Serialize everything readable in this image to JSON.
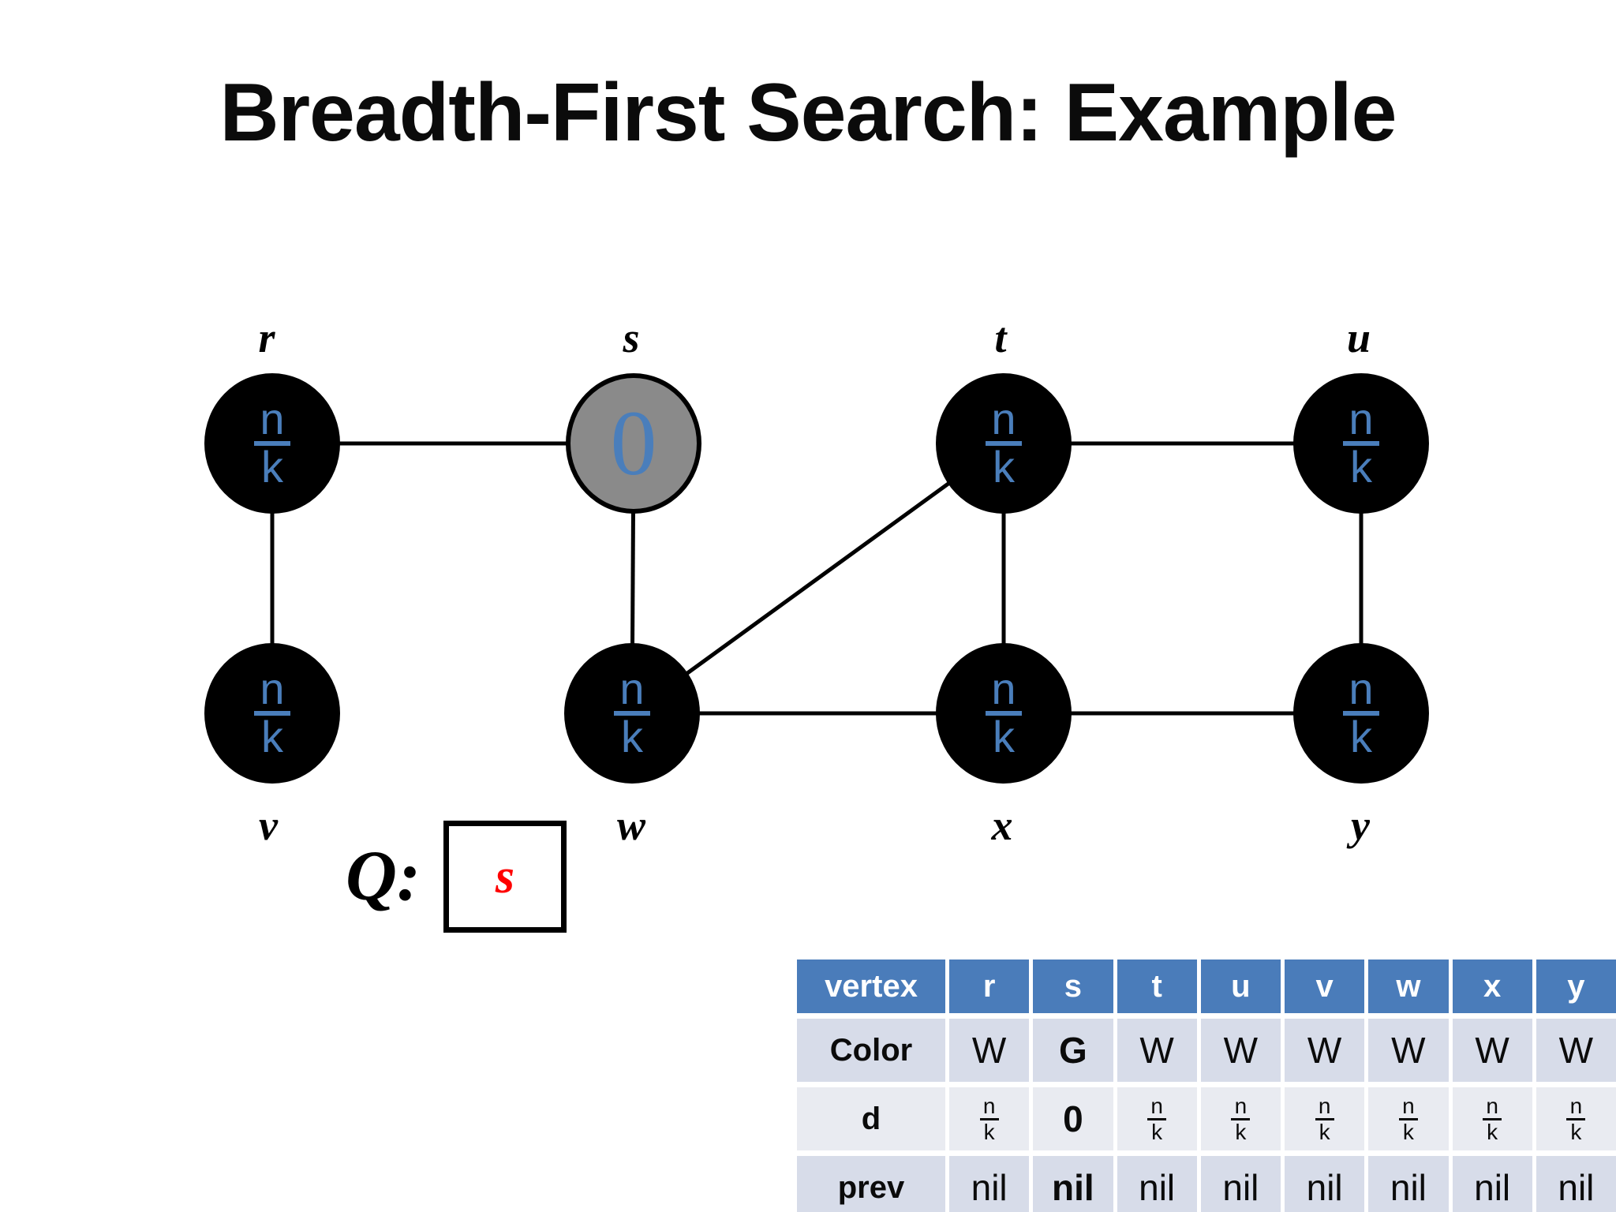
{
  "slide": {
    "title": "Breadth-First Search: Example"
  },
  "colors": {
    "node_fill_black": "#000000",
    "node_fill_gray": "#8a8a8a",
    "distance_blue": "#4a7ebb",
    "queue_item_red": "#ff0000",
    "table_header_bg": "#4a7cba",
    "table_band_dark": "#d7dce9",
    "table_band_light": "#e9ebf1"
  },
  "graph": {
    "nodes": [
      {
        "id": "r",
        "label": "r",
        "fill": "black",
        "dist": {
          "num": "n",
          "den": "k"
        }
      },
      {
        "id": "s",
        "label": "s",
        "fill": "gray",
        "dist": {
          "text": "0"
        }
      },
      {
        "id": "t",
        "label": "t",
        "fill": "black",
        "dist": {
          "num": "n",
          "den": "k"
        }
      },
      {
        "id": "u",
        "label": "u",
        "fill": "black",
        "dist": {
          "num": "n",
          "den": "k"
        }
      },
      {
        "id": "v",
        "label": "v",
        "fill": "black",
        "dist": {
          "num": "n",
          "den": "k"
        }
      },
      {
        "id": "w",
        "label": "w",
        "fill": "black",
        "dist": {
          "num": "n",
          "den": "k"
        }
      },
      {
        "id": "x",
        "label": "x",
        "fill": "black",
        "dist": {
          "num": "n",
          "den": "k"
        }
      },
      {
        "id": "y",
        "label": "y",
        "fill": "black",
        "dist": {
          "num": "n",
          "den": "k"
        }
      }
    ],
    "edges": [
      "r-s",
      "r-v",
      "s-w",
      "t-u",
      "t-w",
      "t-x",
      "u-y",
      "w-x",
      "x-y"
    ]
  },
  "queue": {
    "label": "Q:",
    "items": [
      "s"
    ]
  },
  "table": {
    "header": [
      "vertex",
      "r",
      "s",
      "t",
      "u",
      "v",
      "w",
      "x",
      "y"
    ],
    "rows": [
      {
        "label": "Color",
        "values": [
          "W",
          "G",
          "W",
          "W",
          "W",
          "W",
          "W",
          "W"
        ]
      },
      {
        "label": "d",
        "values": [
          {
            "num": "n",
            "den": "k"
          },
          {
            "text": "0"
          },
          {
            "num": "n",
            "den": "k"
          },
          {
            "num": "n",
            "den": "k"
          },
          {
            "num": "n",
            "den": "k"
          },
          {
            "num": "n",
            "den": "k"
          },
          {
            "num": "n",
            "den": "k"
          },
          {
            "num": "n",
            "den": "k"
          }
        ]
      },
      {
        "label": "prev",
        "values": [
          "nil",
          "nil",
          "nil",
          "nil",
          "nil",
          "nil",
          "nil",
          "nil"
        ]
      }
    ]
  }
}
